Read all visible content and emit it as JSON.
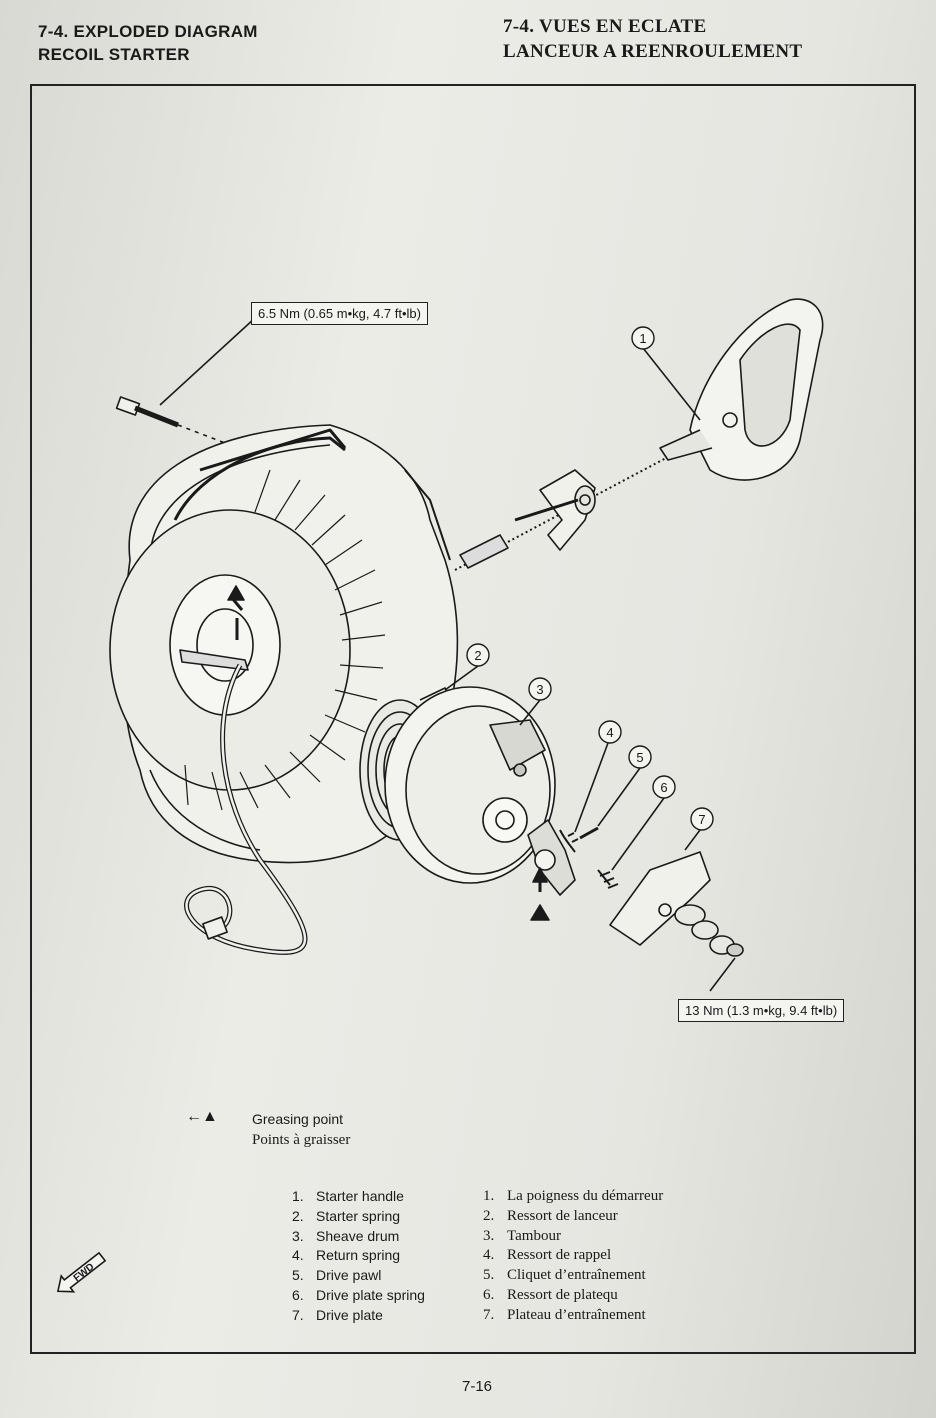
{
  "header": {
    "left_line1": "7-4.  EXPLODED DIAGRAM",
    "left_line2": "RECOIL STARTER",
    "right_line1": "7-4.  VUES EN ECLATE",
    "right_line2": "LANCEUR A REENROULEMENT"
  },
  "torque": {
    "bolt": "6.5 Nm (0.65 m•kg, 4.7 ft•lb)",
    "nut": "13 Nm (1.3 m•kg, 9.4 ft•lb)"
  },
  "callout_numbers": [
    "1",
    "2",
    "3",
    "4",
    "5",
    "6",
    "7"
  ],
  "legend": {
    "symbol": "←▲",
    "en": "Greasing point",
    "fr": "Points à graisser"
  },
  "parts": [
    {
      "num": "1.",
      "en": "Starter handle",
      "fr": "La poigness du démarreur"
    },
    {
      "num": "2.",
      "en": "Starter spring",
      "fr": "Ressort de lanceur"
    },
    {
      "num": "3.",
      "en": "Sheave drum",
      "fr": "Tambour"
    },
    {
      "num": "4.",
      "en": "Return spring",
      "fr": "Ressort de rappel"
    },
    {
      "num": "5.",
      "en": "Drive pawl",
      "fr": "Cliquet d’entraînement"
    },
    {
      "num": "6.",
      "en": "Drive plate spring",
      "fr": "Ressort de platequ"
    },
    {
      "num": "7.",
      "en": "Drive plate",
      "fr": "Plateau d’entraînement"
    }
  ],
  "fwd_label": "FWD",
  "page_number": "7-16"
}
